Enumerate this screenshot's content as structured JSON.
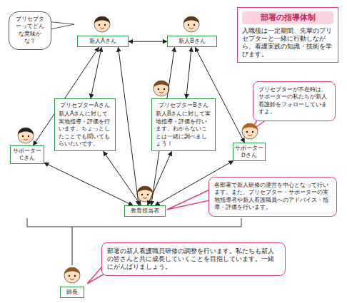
{
  "diagram": {
    "nodes": [
      {
        "text": [
          "プリセプターってどんな意味かな？"
        ]
      },
      {
        "text": [
          "新人Aさん"
        ]
      },
      {
        "text": [
          "新人Bさん"
        ]
      },
      {
        "text": [
          "部署の指導体制",
          "入職後は一定期間、先輩のプリセプターと一緒に行動しながら、看護実践の知識・技術を学びます。"
        ]
      },
      {
        "text": [
          "プリセプターAさん",
          "新人Aさんに対して実地指導・評価を行います。ちょっとしたことでも聞いてもらいたいです。"
        ]
      },
      {
        "text": [
          "プリセプターBさん",
          "新人Bさんに対して実地指導・評価を行います。わからないことは一緒に調べましょう！"
        ]
      },
      {
        "text": [
          "プリセプターが不在時は、サポーターの私たちが新人看護師をフォローしていますよ。"
        ]
      },
      {
        "text": [
          "サポーターCさん"
        ]
      },
      {
        "text": [
          "サポーターDさん"
        ]
      },
      {
        "text": [
          "各部署で新人研修の運営を中心となって行います。また、プリセプター・サポーターの実地指導者や新人看護職員へのアドバイス・指導・評価を行います。"
        ]
      },
      {
        "text": [
          "教育担当者"
        ]
      },
      {
        "text": [
          "部署の新人看護職員研修の調整を行います。私たちも新人の皆さんと共に成長していくことを目指しています。一緒にがんばりましょう。"
        ]
      },
      {
        "text": [
          "師長"
        ]
      }
    ],
    "edges": [
      {
        "from": 1,
        "to": 2,
        "arrow": "both"
      },
      {
        "from": 1,
        "to": 4,
        "arrow": "both"
      },
      {
        "from": 2,
        "to": 5,
        "arrow": "both"
      },
      {
        "from": 1,
        "to": 7,
        "arrow": "both"
      },
      {
        "from": 2,
        "to": 8,
        "arrow": "both"
      },
      {
        "from": 1,
        "to": 10,
        "arrow": "both"
      },
      {
        "from": 2,
        "to": 10,
        "arrow": "both"
      },
      {
        "from": 7,
        "to": 10,
        "arrow": "both"
      },
      {
        "from": 4,
        "to": 10,
        "arrow": "both"
      },
      {
        "from": 5,
        "to": 10,
        "arrow": "both"
      },
      {
        "from": 8,
        "to": 10,
        "arrow": "both"
      }
    ]
  }
}
